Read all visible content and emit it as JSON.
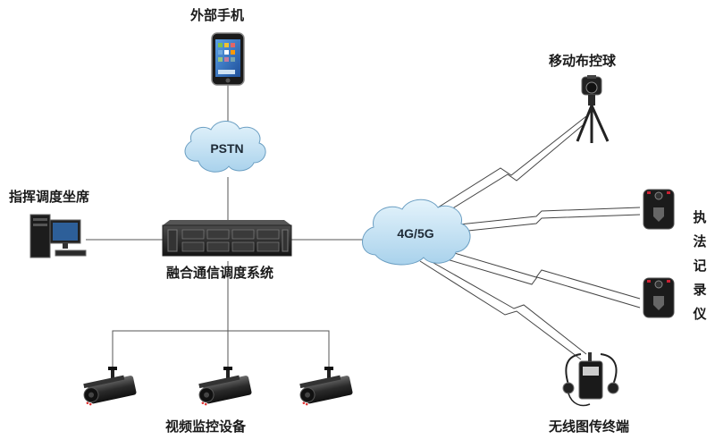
{
  "nodes": {
    "phone": {
      "label": "外部手机"
    },
    "pstn": {
      "label": "PSTN"
    },
    "console": {
      "label": "指挥调度坐席"
    },
    "server": {
      "label": "融合通信调度系统"
    },
    "network": {
      "label": "4G/5G"
    },
    "ptz": {
      "label": "移动布控球"
    },
    "bodycam_group": {
      "label": "执\n法\n记\n录\n仪"
    },
    "cameras": {
      "label": "视频监控设备"
    },
    "wireless": {
      "label": "无线图传终端"
    }
  }
}
